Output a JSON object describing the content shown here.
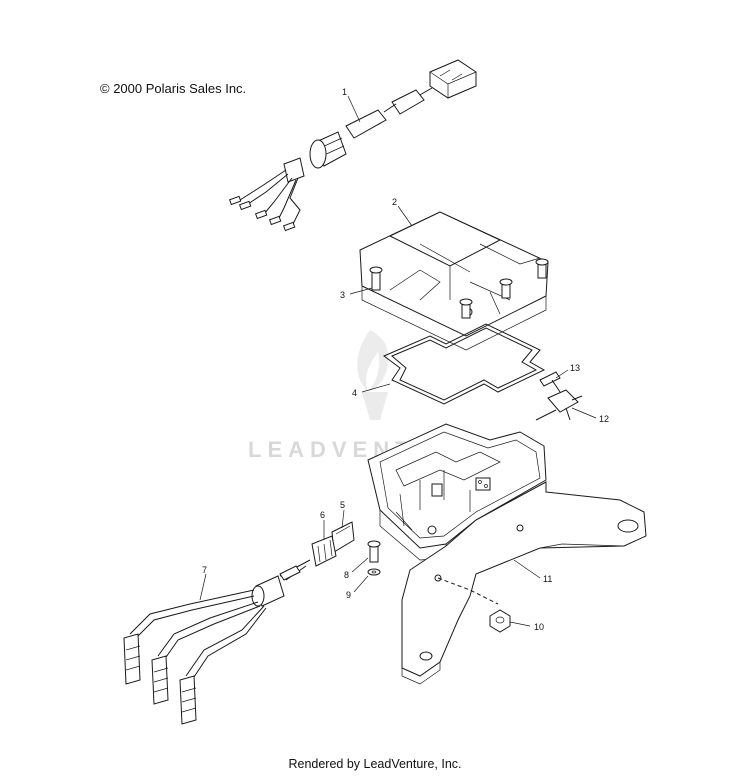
{
  "copyright": "© 2000 Polaris Sales Inc.",
  "footer": "Rendered by LeadVenture, Inc.",
  "watermark": "LEADVENTURE",
  "callouts": {
    "c1": "1",
    "c2": "2",
    "c3": "3",
    "c4": "4",
    "c5": "5",
    "c6": "6",
    "c7": "7",
    "c8": "8",
    "c9": "9",
    "c10": "10",
    "c11": "11",
    "c12": "12",
    "c13": "13"
  }
}
